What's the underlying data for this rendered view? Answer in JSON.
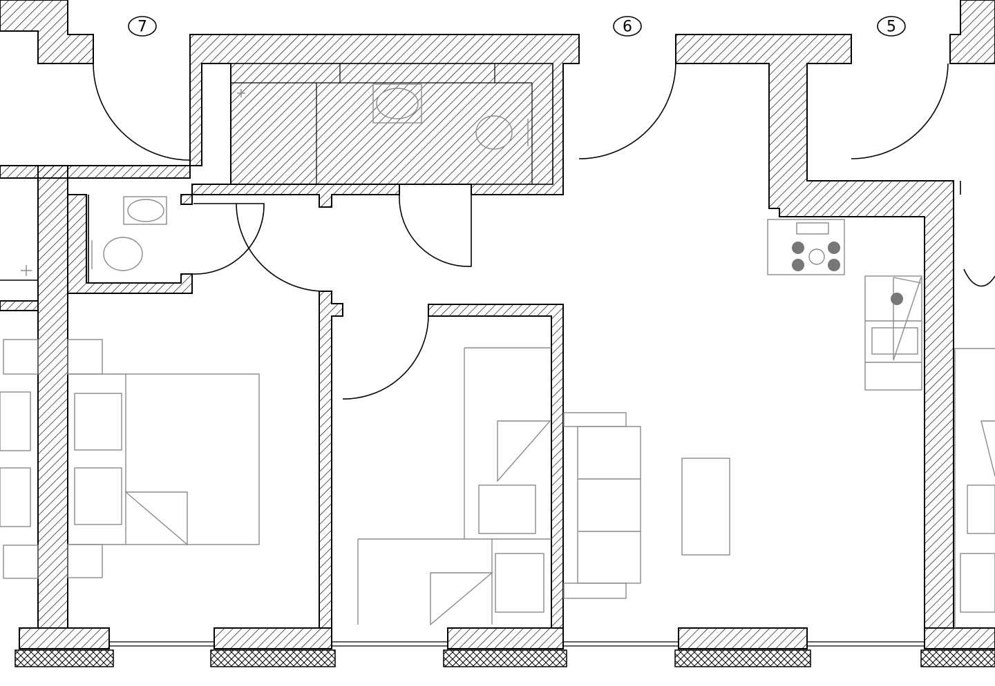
{
  "plan": {
    "apartment_labels": [
      {
        "id": "apt-7",
        "text": "7"
      },
      {
        "id": "apt-6",
        "text": "6"
      },
      {
        "id": "apt-5",
        "text": "5"
      }
    ]
  }
}
